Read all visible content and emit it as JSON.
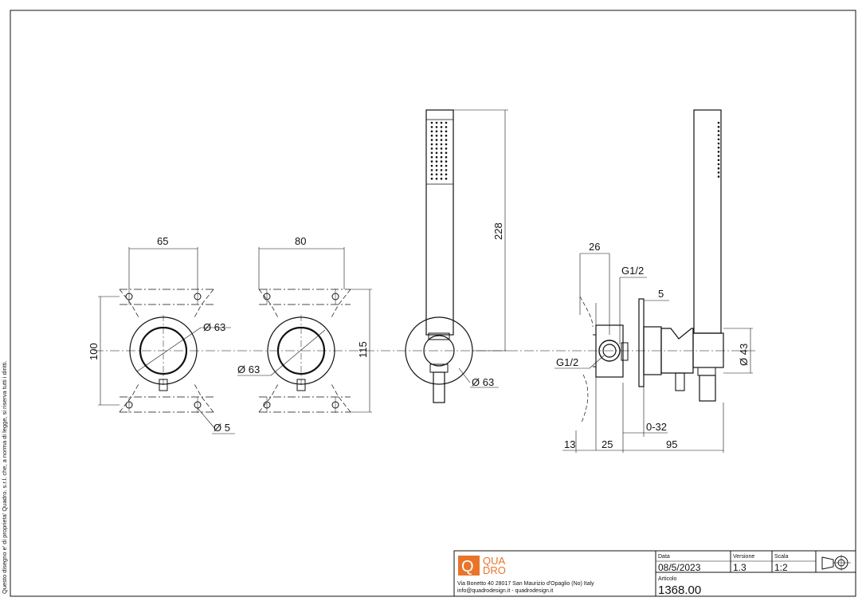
{
  "side_note": "Questo disegno e' di proprieta' Quadro. s.r.l. che, a norma di legge, si riserva tutti i diritti.",
  "dimensions": {
    "front_a_width": "65",
    "front_b_width": "80",
    "height_100": "100",
    "height_115": "115",
    "dia_63_a": "Ø 63",
    "dia_63_b": "Ø 63",
    "dia_63_c": "Ø 63",
    "dia_5": "Ø 5",
    "hand_shower_length": "228",
    "side_26": "26",
    "thread_top": "G1/2",
    "thread_left": "G1/2",
    "side_5": "5",
    "dia_43": "Ø 43",
    "adjust": "0-32",
    "bottom_13": "13",
    "bottom_25": "25",
    "bottom_95": "95"
  },
  "title_block": {
    "logo_letter": "Q",
    "brand_line1": "QUA",
    "brand_line2": "DRO",
    "address": "Via Bonetto 40  28017 San Maurizio d'Opaglio (No) Italy",
    "contacts": "info@quadrodesign.it  -  quadrodesign.it",
    "date_label": "Data",
    "date_value": "08/5/2023",
    "version_label": "Versione",
    "version_value": "1.3",
    "scale_label": "Scala",
    "scale_value": "1:2",
    "article_label": "Articolo",
    "article_value": "1368.00"
  },
  "colors": {
    "line": "#111111",
    "logo_orange": "#e8742a"
  }
}
